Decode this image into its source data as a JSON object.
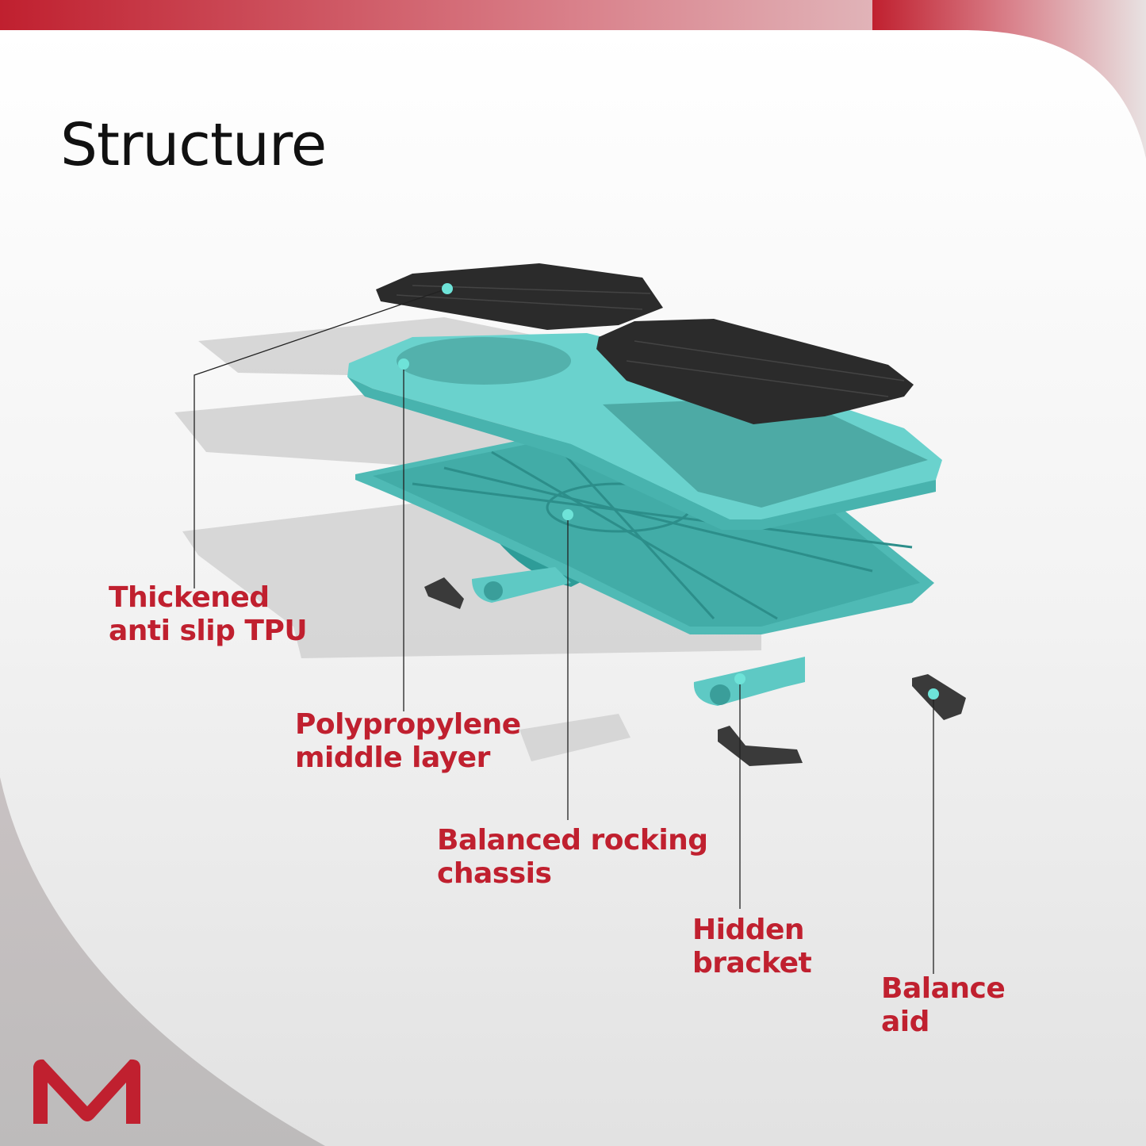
{
  "title": "Structure",
  "colors": {
    "accent": "#c0202f",
    "teal": "#5ec9c4",
    "pad": "#2b2b2b"
  },
  "callouts": [
    {
      "line1": "Thickened",
      "line2": "anti slip TPU"
    },
    {
      "line1": "Polypropylene",
      "line2": "middle layer"
    },
    {
      "line1": "Balanced rocking",
      "line2": "chassis"
    },
    {
      "line1": "Hidden",
      "line2": "bracket"
    },
    {
      "line1": "Balance",
      "line2": "aid"
    }
  ],
  "logo": "M"
}
